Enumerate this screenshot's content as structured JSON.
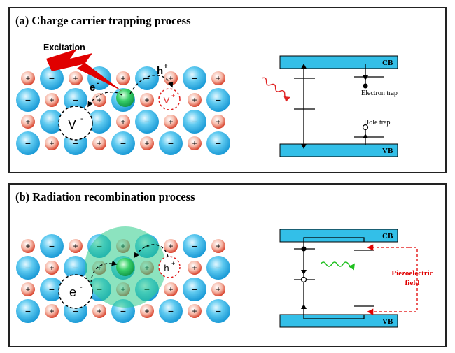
{
  "panel_a": {
    "title": "(a) Charge carrier trapping process",
    "excitation_label": "Excitation",
    "electron_label": "e",
    "electron_sup": "-",
    "hole_label": "h",
    "hole_sup": "+",
    "vacancy_neg_label": "V",
    "vacancy_neg_sup": "-",
    "vacancy_pos_label": "V",
    "vacancy_pos_sup": "+",
    "cb_label": "CB",
    "vb_label": "VB",
    "electron_trap_label": "Electron trap",
    "hole_trap_label": "Hole trap"
  },
  "panel_b": {
    "title": "(b) Radiation recombination process",
    "electron_label": "e",
    "electron_sup": "-",
    "hole_label": "h",
    "hole_sup": "+",
    "cb_label": "CB",
    "vb_label": "VB",
    "piezo_label_line1": "Piezoelectric",
    "piezo_label_line2": "field"
  },
  "ion_symbols": {
    "anion": "−",
    "cation": "+"
  },
  "colors": {
    "anion": "#29b4e6",
    "cation": "#e8413a",
    "center": "#1fc964",
    "band": "#33bfe8",
    "excitation": "#e00000",
    "photon_red": "#e02020",
    "photon_green": "#20c020",
    "piezo": "#e00000"
  }
}
